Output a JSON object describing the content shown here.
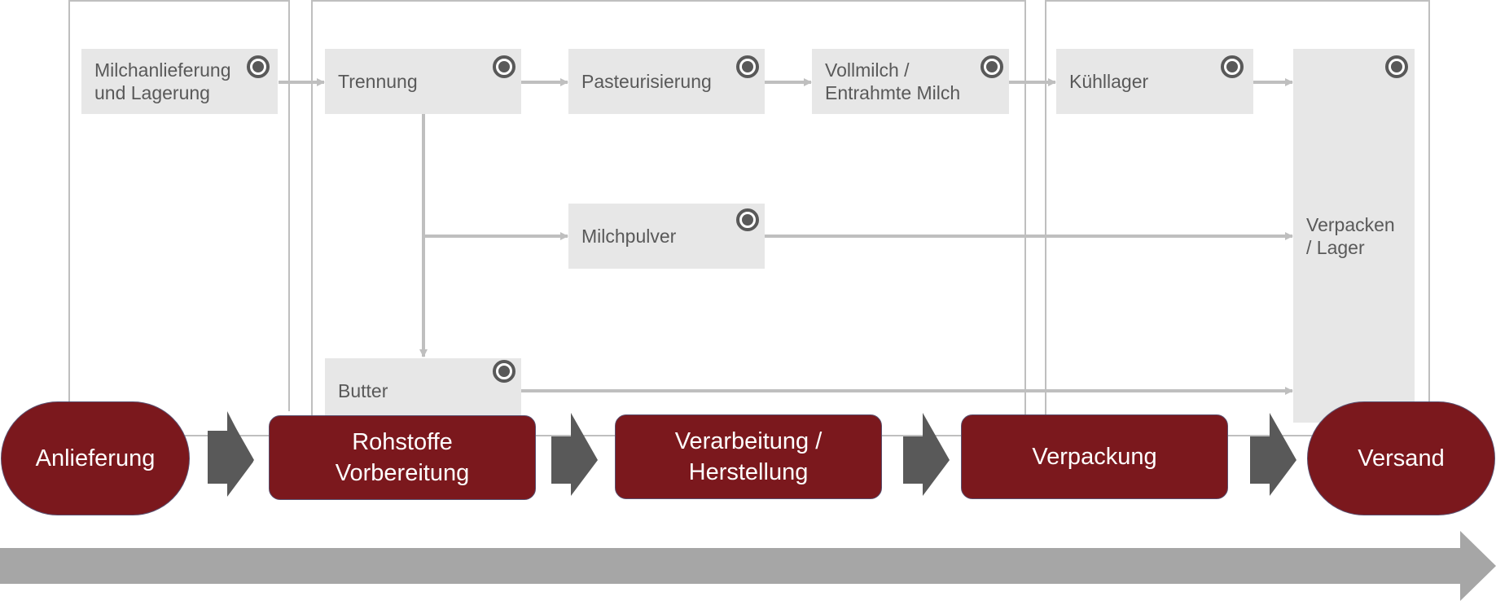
{
  "colors": {
    "phase_fill": "#7b181d",
    "box_fill": "#e7e7e7",
    "box_text": "#595959",
    "connector": "#bfbfbf",
    "chevron": "#595959",
    "timeline": "#a6a6a6",
    "marker": "#595959"
  },
  "process_steps": {
    "milchanlieferung": "Milchanlieferung\nund Lagerung",
    "trennung": "Trennung",
    "pasteurisierung": "Pasteurisierung",
    "vollmilch": "Vollmilch /\nEntrahmte Milch",
    "kuehllager": "Kühllager",
    "milchpulver": "Milchpulver",
    "butter": "Butter",
    "verpacken_lager": "Verpacken\n/ Lager"
  },
  "phases": {
    "anlieferung": "Anlieferung",
    "rohstoffe": "Rohstoffe\nVorbereitung",
    "verarbeitung": "Verarbeitung /\nHerstellung",
    "verpackung": "Verpackung",
    "versand": "Versand"
  },
  "icons": {
    "step_marker": "target-circle-icon",
    "phase_arrow": "chevron-right-icon",
    "timeline": "long-arrow-right-icon"
  }
}
